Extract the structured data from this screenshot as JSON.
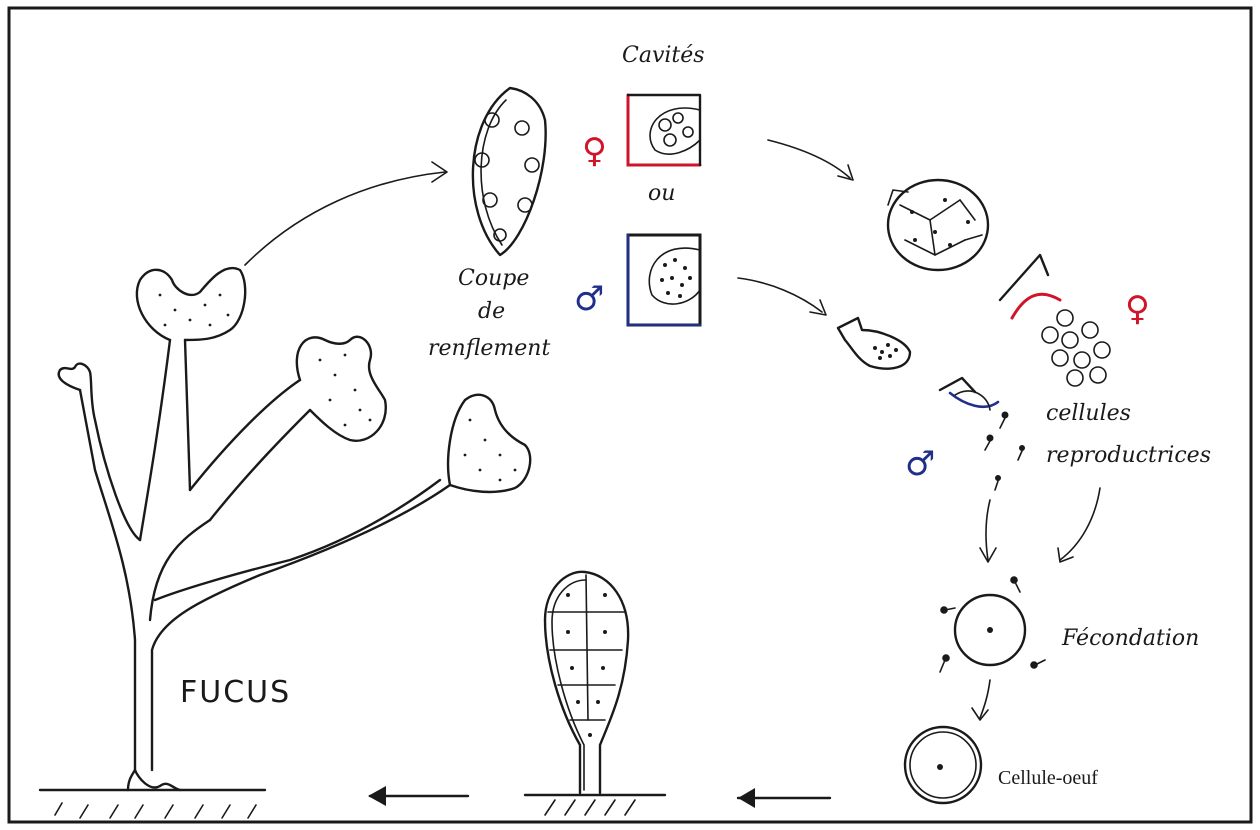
{
  "labels": {
    "fucus": "FUCUS",
    "cavites": "Cavités",
    "ou": "ou",
    "coupe_line1": "Coupe",
    "coupe_line2": "de",
    "coupe_line3": "renflement",
    "cellules_line1": "cellules",
    "cellules_line2": "reproductrices",
    "fecondation": "Fécondation",
    "cellule_oeuf": "Cellule-oeuf"
  },
  "symbols": {
    "female": "♀",
    "male": "♂"
  },
  "colors": {
    "ink": "#1a1a1a",
    "female": "#d0142a",
    "male": "#1f2f8a",
    "frame": "#1a1a1a"
  }
}
